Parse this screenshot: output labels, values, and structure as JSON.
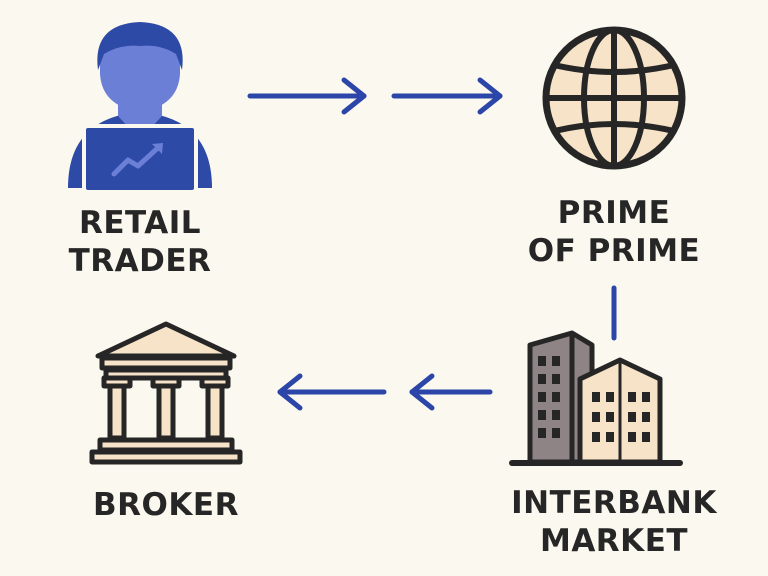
{
  "nodes": {
    "retail_trader": {
      "line1": "RETAIL",
      "line2": "TRADER",
      "icon": "person-laptop-icon"
    },
    "prime_of_prime": {
      "line1": "PRIME",
      "line2": "OF PRIME",
      "icon": "globe-icon"
    },
    "interbank_market": {
      "line1": "INTERBANK",
      "line2": "MARKET",
      "icon": "office-buildings-icon"
    },
    "broker": {
      "line1": "BROKER",
      "icon": "bank-building-icon"
    }
  },
  "colors": {
    "background": "#fbf8ef",
    "arrow": "#2b45a8",
    "icon_blue": "#2d4aa6",
    "icon_light_blue": "#6c7fd6",
    "outline": "#262626",
    "fill_cream": "#f6e3c8",
    "fill_gray": "#8e8485",
    "text": "#262626"
  }
}
